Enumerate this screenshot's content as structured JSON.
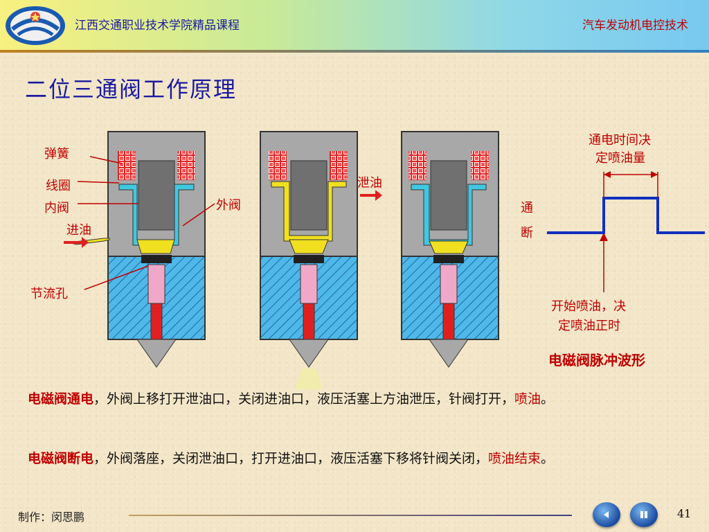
{
  "header": {
    "course_title": "江西交通职业技术学院精品课程",
    "subject": "汽车发动机电控技术"
  },
  "slide_title": "二位三通阀工作原理",
  "labels": {
    "spring": "弹簧",
    "coil": "线圈",
    "inner_valve": "内阀",
    "inlet": "进油",
    "throttle_hole": "节流孔",
    "outer_valve": "外阀",
    "drain": "泄油",
    "on": "通",
    "off": "断",
    "duration_note_1": "通电时间决",
    "duration_note_2": "定喷油量",
    "start_note_1": "开始喷油，决",
    "start_note_2": "定喷油正时",
    "waveform_caption": "电磁阀脉冲波形"
  },
  "paragraph1": {
    "lead": "电磁阀通电",
    "body1": "，外阀上移打开泄油口，关闭进油口，液压活塞上方油泄压，针阀打开，",
    "emph": "喷油",
    "end": "。"
  },
  "paragraph2": {
    "lead": "电磁阀断电",
    "body1": "，外阀落座，关闭泄油口，打开进油口，液压活塞下移将针阀关闭，",
    "emph": "喷油结束",
    "end": "。"
  },
  "footer": {
    "author": "制作：闵思鹏",
    "page_number": "41"
  },
  "colors": {
    "accent_red": "#c00000",
    "title_blue": "#1a1aa0",
    "pulse_blue": "#1030c0"
  },
  "icons": [
    "logo-icon",
    "prev-arrow-icon",
    "pause-icon"
  ]
}
